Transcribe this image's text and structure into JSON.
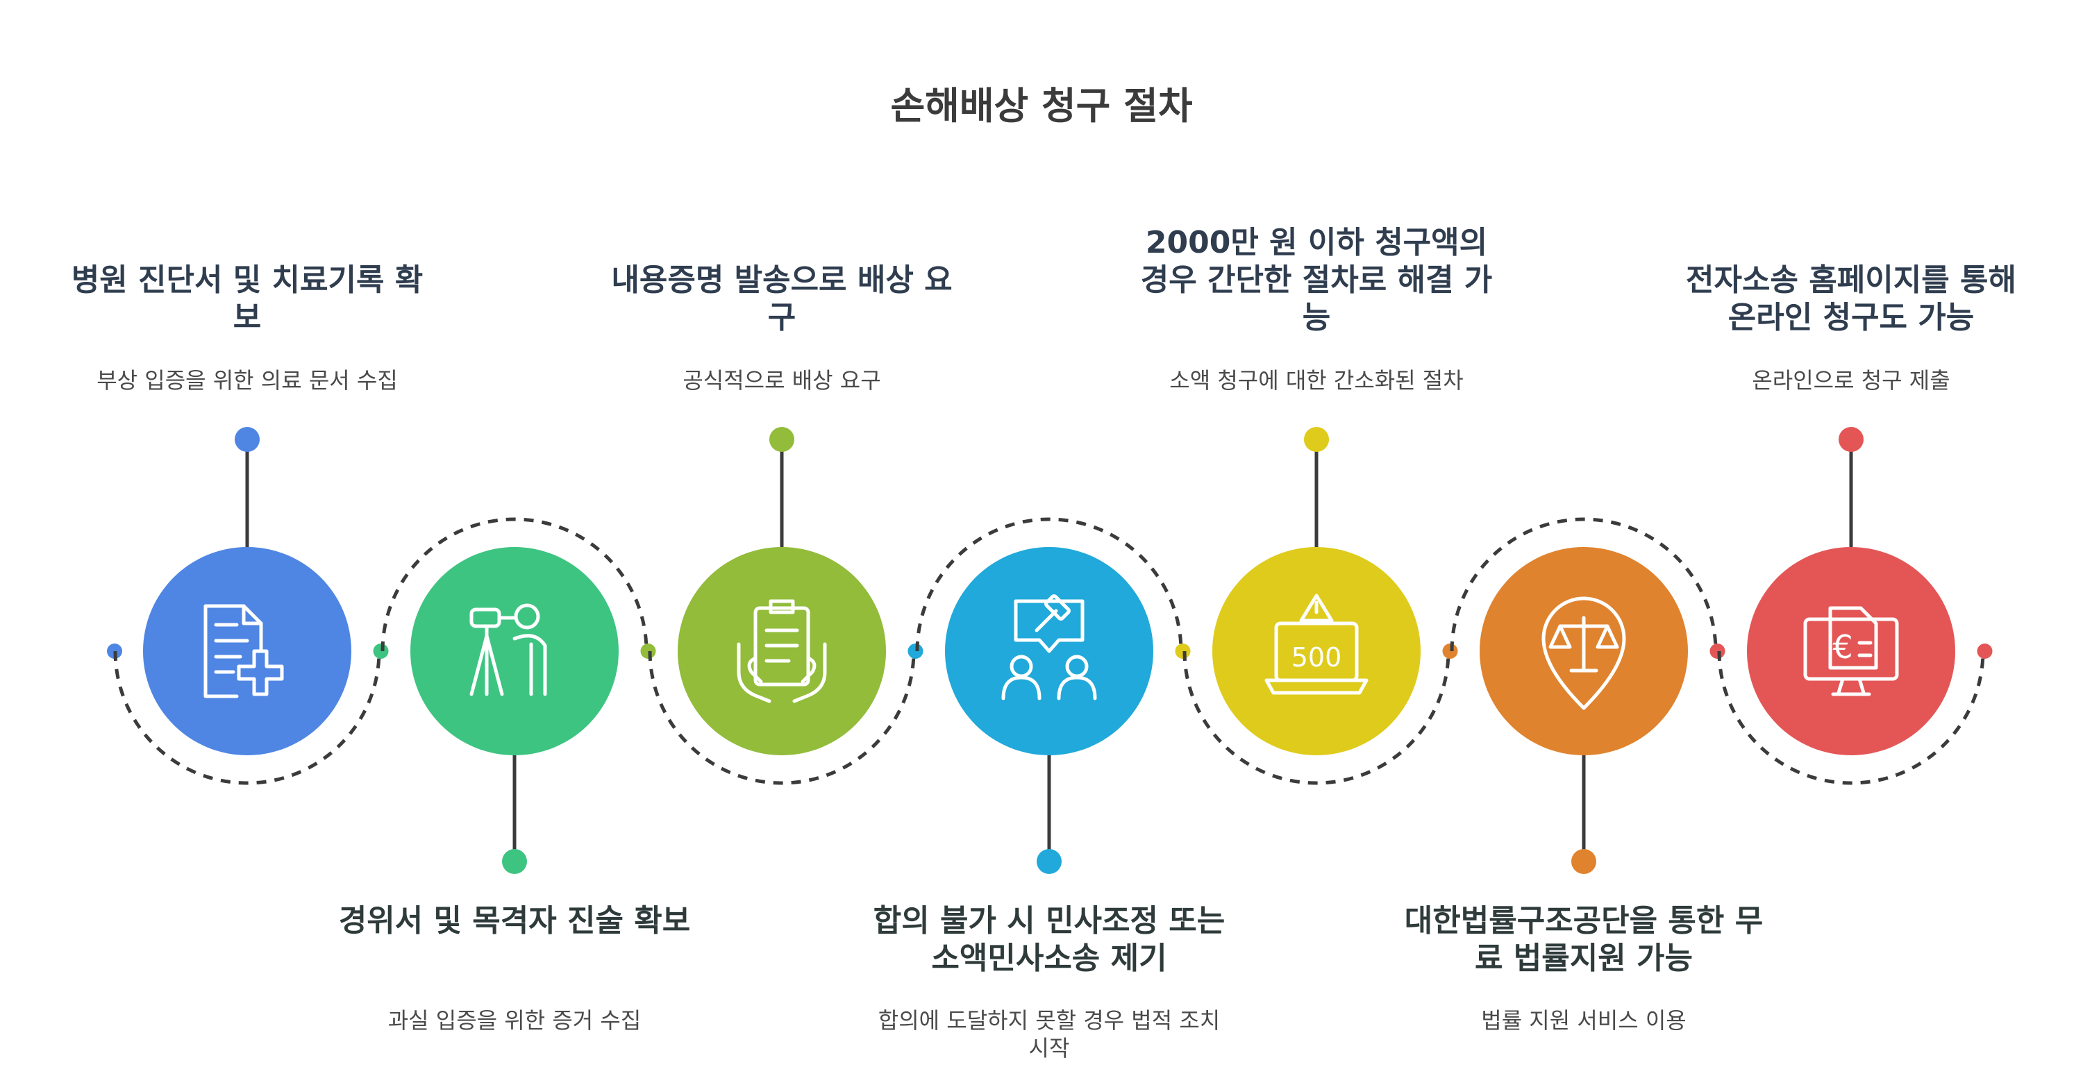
{
  "title": "손해배상 청구 절차",
  "steps": [
    {
      "title": "병원 진단서 및 치료기록 확보",
      "description": "부상 입증을 위한 의료 문서 수집",
      "color": "#4F86E3",
      "icon": "medical-document-icon"
    },
    {
      "title": "경위서 및 목격자 진술 확보",
      "description": "과실 입증을 위한 증거 수집",
      "color": "#3DC481",
      "icon": "witness-binoculars-icon"
    },
    {
      "title": "내용증명 발송으로 배상 요구",
      "description": "공식적으로 배상 요구",
      "color": "#92BC3A",
      "icon": "document-in-hands-icon"
    },
    {
      "title": "합의 불가 시 민사조정 또는 소액민사소송 제기",
      "description": "합의에 도달하지 못할 경우 법적 조치 시작",
      "color": "#20A9DA",
      "icon": "mediation-gavel-icon"
    },
    {
      "title": "2000만 원 이하 청구액의 경우 간단한 절차로 해결 가능",
      "description": "소액 청구에 대한 간소화된 절차",
      "color": "#DFCB1B",
      "icon": "laptop-warning-500-icon"
    },
    {
      "title": "대한법률구조공단을 통한 무료 법률지원 가능",
      "description": "법률 지원 서비스 이용",
      "color": "#E0832E",
      "icon": "scales-of-justice-icon"
    },
    {
      "title": "전자소송 홈페이지를 통해 온라인 청구도 가능",
      "description": "온라인으로 청구 제출",
      "color": "#E45656",
      "icon": "online-euro-document-icon"
    }
  ],
  "icon_text": {
    "amount": "500",
    "currency": "€"
  }
}
